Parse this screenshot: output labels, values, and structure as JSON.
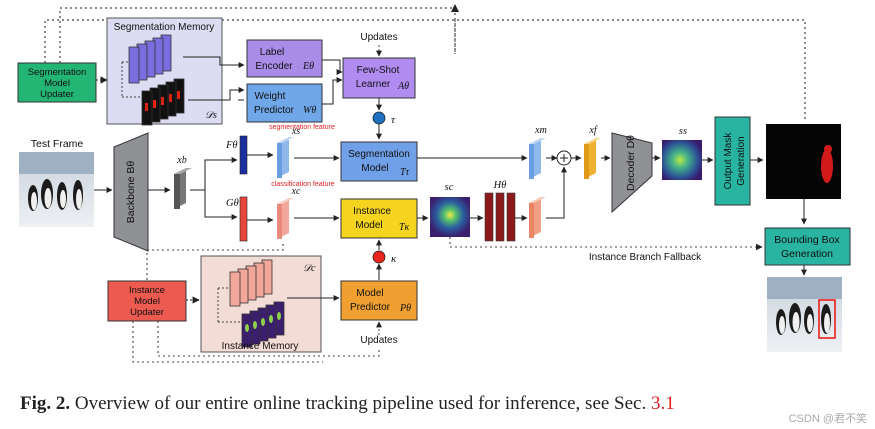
{
  "labels": {
    "seg_memory_title": "Segmentation Memory",
    "ds": "𝒟s",
    "dc": "𝒟c",
    "seg_updater_1": "Segmentation",
    "seg_updater_2": "Model",
    "seg_updater_3": "Updater",
    "label_encoder_1": "Label",
    "label_encoder_2": "Encoder",
    "label_encoder_sym": "Eθ",
    "weight_pred_1": "Weight",
    "weight_pred_2": "Predictor",
    "weight_pred_sym": "Wθ",
    "updates_top": "Updates",
    "fewshot_1": "Few-Shot",
    "fewshot_2": "Learner",
    "fewshot_sym": "Aθ",
    "tau": "τ",
    "seg_model_1": "Segmentation",
    "seg_model_2": "Model",
    "seg_model_sym": "Tτ",
    "test_frame": "Test Frame",
    "backbone": "Backbone Bθ",
    "xb": "xb",
    "f_theta": "Fθ",
    "g_theta": "Gθ",
    "xs": "xs",
    "xc": "xc",
    "seg_feature": "segmentation feature",
    "cls_feature": "classification feature",
    "inst_model_1": "Instance",
    "inst_model_2": "Model",
    "inst_model_sym": "Tκ",
    "sc": "sc",
    "h_theta": "Hθ",
    "xm": "xm",
    "xf": "xf",
    "decoder": "Decoder Dθ",
    "ss": "ss",
    "output_mask_1": "Output Mask",
    "output_mask_2": "Generation",
    "bbox_1": "Bounding Box",
    "bbox_2": "Generation",
    "fallback": "Instance Branch Fallback",
    "kappa": "κ",
    "inst_updater_1": "Instance",
    "inst_updater_2": "Model",
    "inst_updater_3": "Updater",
    "inst_memory_title": "Instance Memory",
    "model_pred_1": "Model",
    "model_pred_2": "Predictor",
    "model_pred_sym": "Pθ",
    "updates_bottom": "Updates"
  },
  "caption": {
    "fig": "Fig. 2.",
    "text": " Overview of our entire online tracking pipeline used for inference, see Sec. ",
    "ref": "3.1"
  },
  "watermark": "CSDN @君不笑",
  "colors": {
    "green": "#22b573",
    "purple": "#9f7fe8",
    "blue_box": "#6fa0e8",
    "yellow": "#f5d41f",
    "red_box": "#f06a5e",
    "orange": "#f0a030",
    "teal": "#28b4a0",
    "dark_red": "#8b1a1a"
  }
}
